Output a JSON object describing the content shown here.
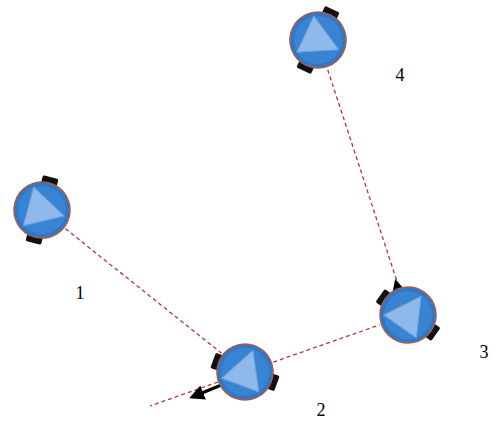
{
  "diagram": {
    "nodes": [
      {
        "text": [
          "1"
        ]
      },
      {
        "text": [
          "2"
        ]
      },
      {
        "text": [
          "3"
        ]
      },
      {
        "text": [
          "4"
        ]
      }
    ],
    "edges": [
      {
        "from": 0,
        "to": 1,
        "arrow": "none"
      },
      {
        "from": 1,
        "to": 2,
        "arrow": "none"
      },
      {
        "from": 2,
        "to": 3,
        "arrow": "none"
      }
    ]
  }
}
